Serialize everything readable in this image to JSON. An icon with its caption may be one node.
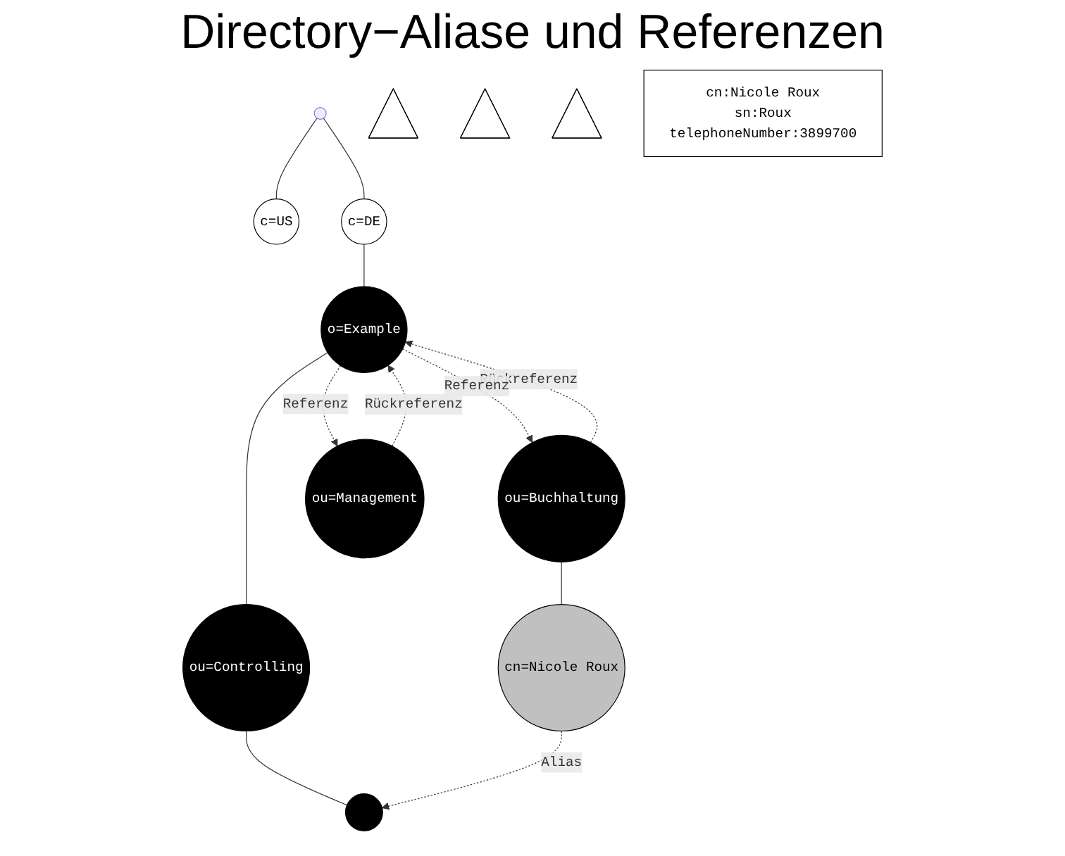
{
  "diagram": {
    "title": "Directory−Aliase und Referenzen",
    "nodes": [
      {
        "text": [],
        "shape": "point"
      },
      {
        "text": [
          "c=US"
        ]
      },
      {
        "text": [
          "c=DE"
        ]
      },
      {
        "text": [
          "o=Example"
        ]
      },
      {
        "text": [
          "ou=Buchhaltung"
        ]
      },
      {
        "text": [],
        "shape": "triangle"
      },
      {
        "text": [
          "ou=Controlling"
        ]
      },
      {
        "text": [],
        "shape": "triangle"
      },
      {
        "text": [
          "ou=Management"
        ]
      },
      {
        "text": [],
        "shape": "triangle"
      },
      {
        "text": [
          "cn=Nicole Roux"
        ]
      },
      {
        "text": [],
        "shape": "circle"
      },
      {
        "text": [
          "cn:Nicole Roux",
          "sn:Roux",
          "telephoneNumber:3899700"
        ]
      }
    ],
    "edges": [
      {
        "from": 0,
        "to": 1,
        "arrow": "none"
      },
      {
        "from": 0,
        "to": 2,
        "arrow": "none"
      },
      {
        "from": 2,
        "to": 3,
        "arrow": "none"
      },
      {
        "from": 3,
        "to": 6,
        "arrow": "none"
      },
      {
        "from": 4,
        "to": 3,
        "arrow": "to",
        "label": "Rückreferenz",
        "style": "dashed"
      },
      {
        "from": 3,
        "to": 4,
        "arrow": "to",
        "label": "Referenz",
        "style": "dashed"
      },
      {
        "from": 8,
        "to": 3,
        "arrow": "to",
        "label": "Rückreferenz",
        "style": "dashed"
      },
      {
        "from": 3,
        "to": 8,
        "arrow": "to",
        "label": "Referenz",
        "style": "dashed"
      },
      {
        "from": 4,
        "to": 10,
        "arrow": "none"
      },
      {
        "from": 6,
        "to": 11,
        "arrow": "none"
      },
      {
        "from": 10,
        "to": 11,
        "arrow": "to",
        "label": "Alias",
        "style": "dashed"
      }
    ]
  }
}
